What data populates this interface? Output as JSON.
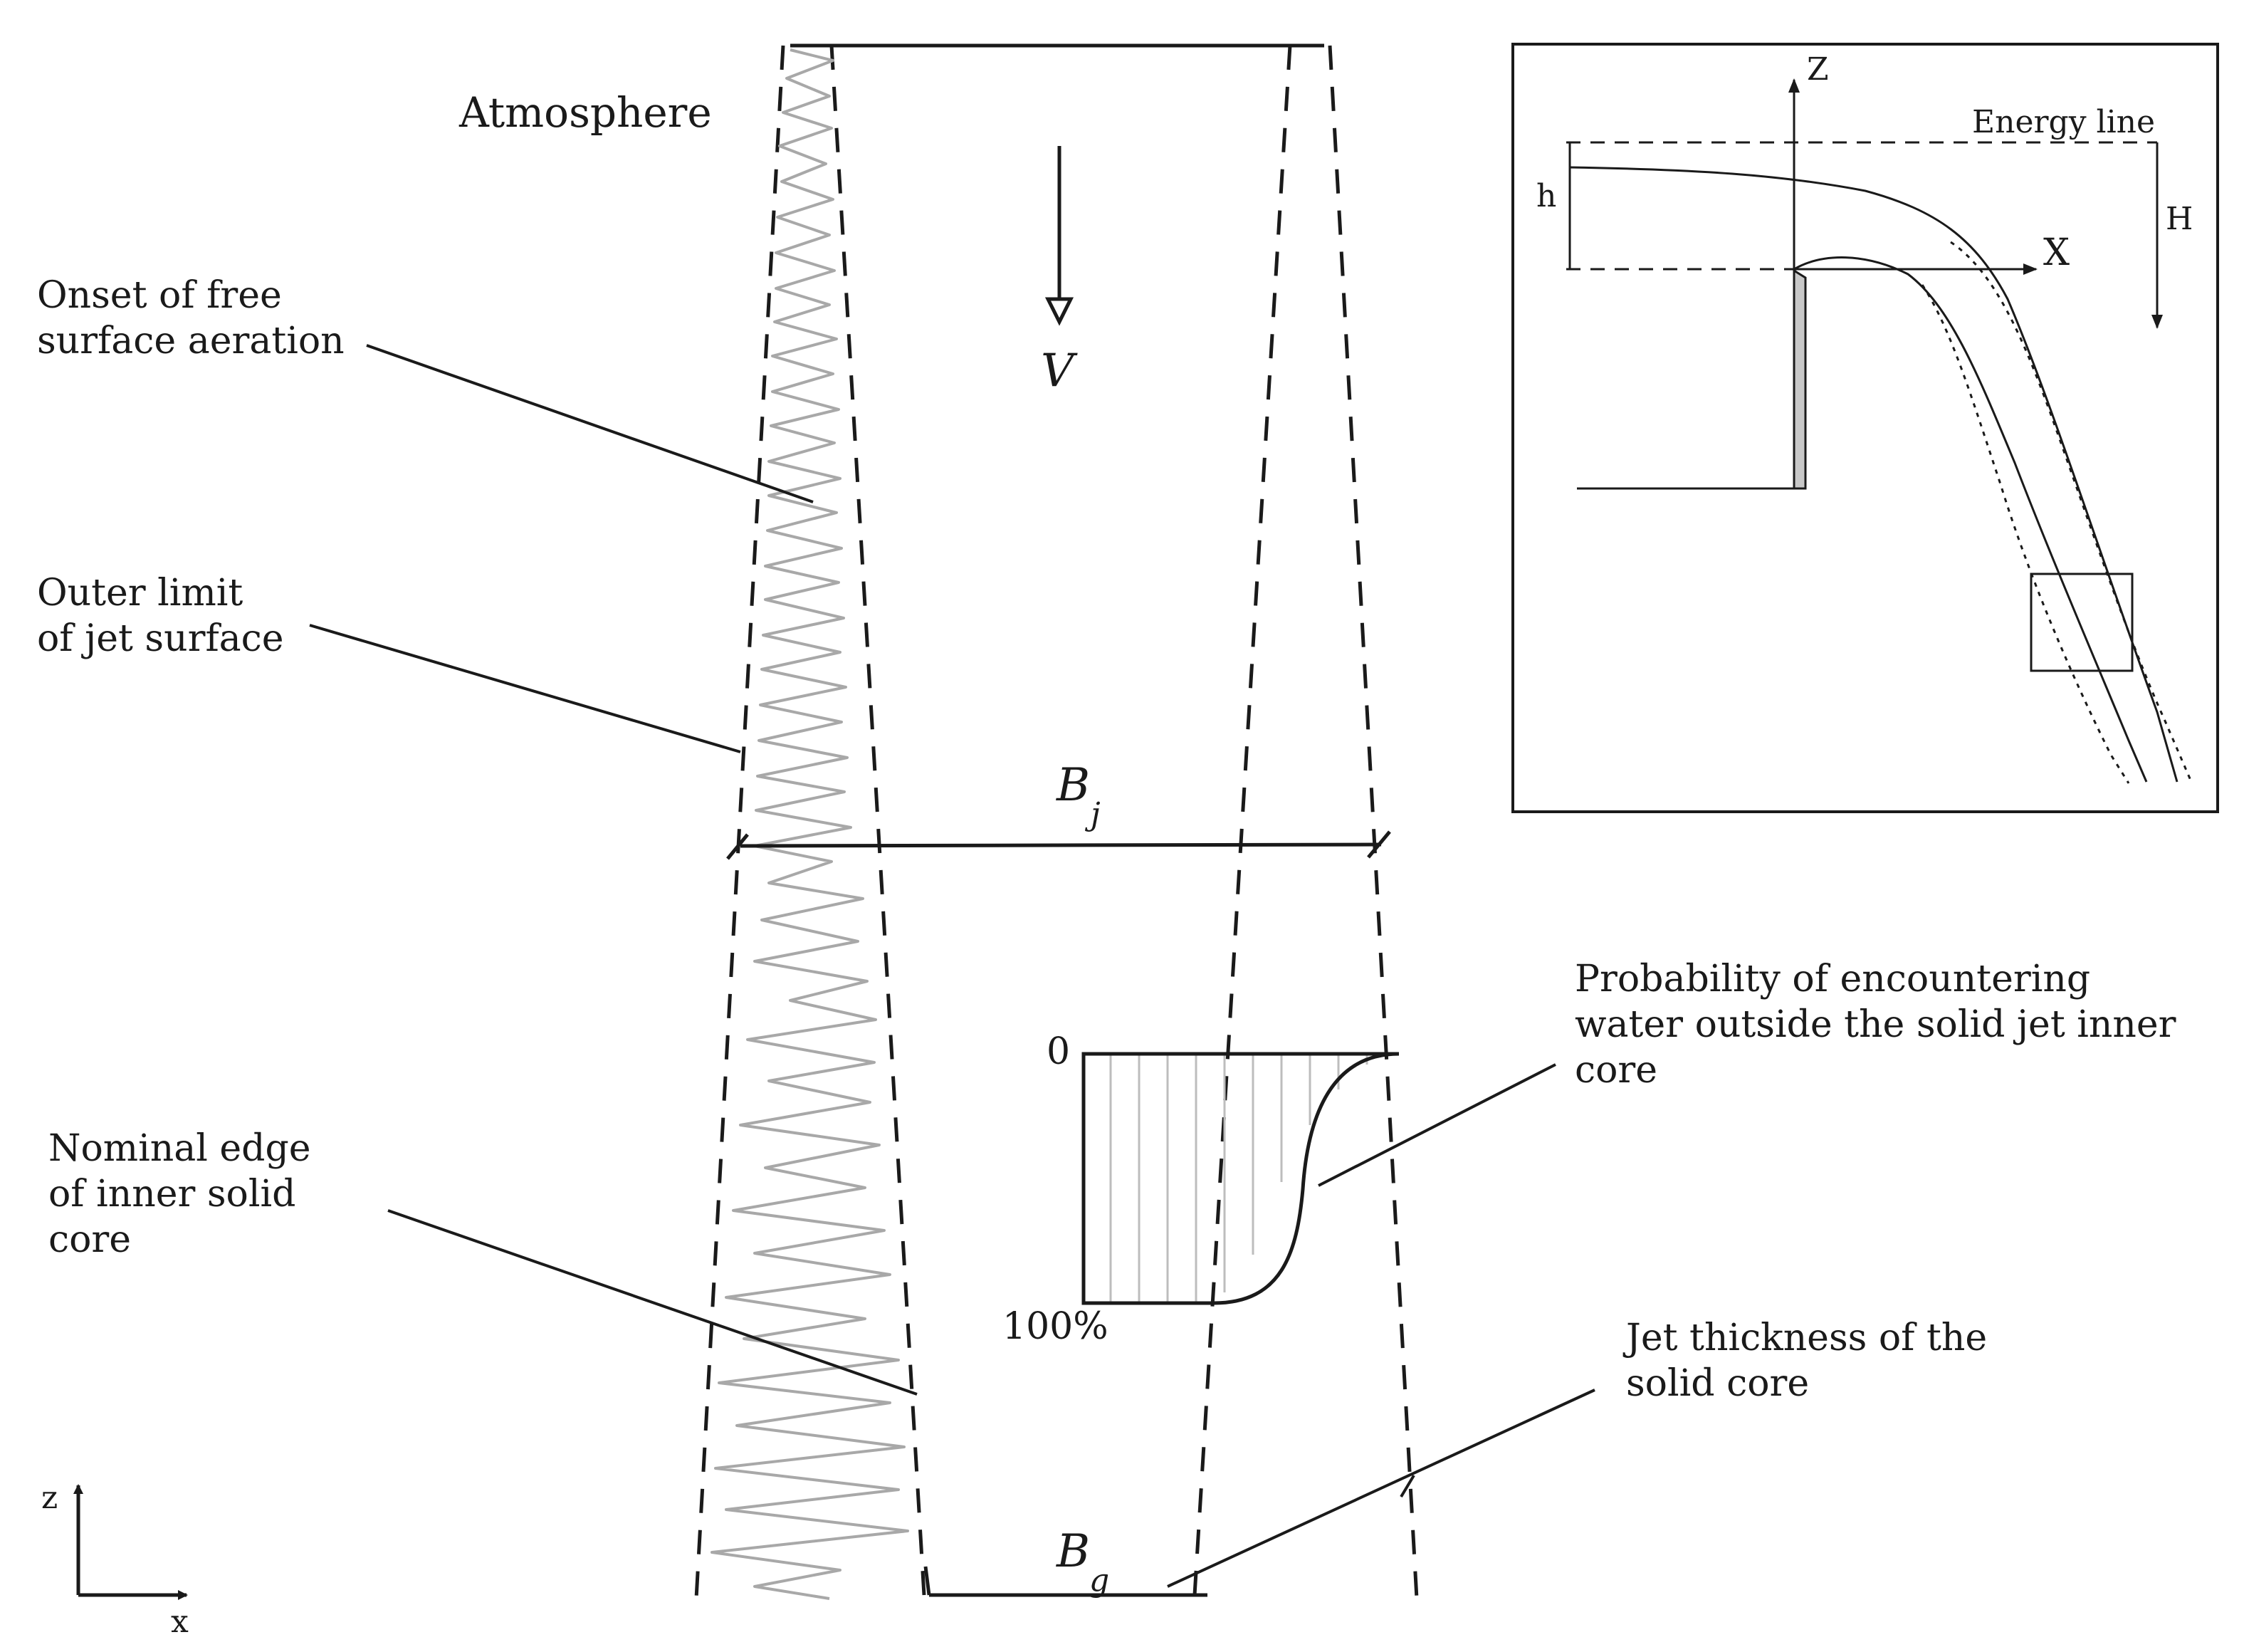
{
  "labels": {
    "atmosphere": "Atmosphere",
    "onset_line1": "Onset of free",
    "onset_line2": "surface aeration",
    "outer_line1": "Outer limit",
    "outer_line2": "of jet surface",
    "nominal_line1": "Nominal edge",
    "nominal_line2": "of inner solid",
    "nominal_line3": "core",
    "prob_line1": "Probability of encountering",
    "prob_line2": "water outside the solid jet inner",
    "prob_line3": "core",
    "thick_line1": "Jet thickness of the",
    "thick_line2": "solid core",
    "velocity": "V",
    "bj_main": "B",
    "bj_sub": "j",
    "bg_main": "B",
    "bg_sub": "g",
    "prob_zero": "0",
    "prob_hundred": "100%",
    "axis_z": "z",
    "axis_x": "x"
  },
  "inset": {
    "axis_z": "Z",
    "axis_x": "X",
    "energy_line": "Energy line",
    "h": "h",
    "H": "H"
  }
}
